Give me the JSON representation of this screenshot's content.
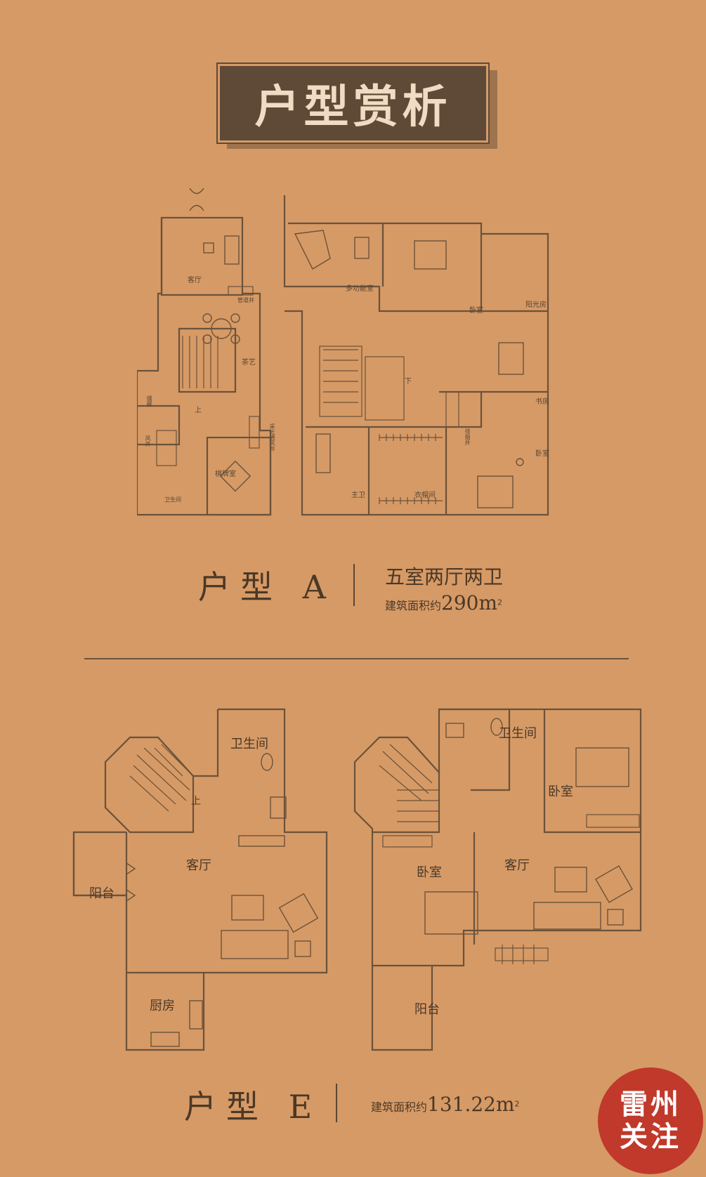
{
  "header": {
    "title": "户型赏析"
  },
  "plan_a": {
    "type_label": "户型 A",
    "rooms_desc": "五室两厅两卫",
    "area_prefix": "建筑面积约",
    "area_value": "290m",
    "area_sup": "2",
    "labels": {
      "living": "客厅",
      "tea": "茶艺",
      "chess": "棋牌室",
      "multi": "多功能室",
      "bedroom1": "卧室",
      "sunroom": "阳光房",
      "study": "书房",
      "bedroom2": "卧室",
      "master_bath": "主卫",
      "closet": "衣帽间",
      "wc": "卫生间",
      "storage": "储藏",
      "up": "上",
      "down": "下",
      "smoke": "排烟井",
      "light_well": "采光通风井",
      "pipe": "管道井",
      "shaft": "风井"
    }
  },
  "plan_e": {
    "type_label": "户型 E",
    "area_prefix": "建筑面积约",
    "area_value": "131.22m",
    "area_sup": "2",
    "labels": {
      "bath1": "卫生间",
      "living1": "客厅",
      "balcony1": "阳台",
      "kitchen": "厨房",
      "up": "上",
      "bath2": "卫生间",
      "bedroom_r": "卧室",
      "living2": "客厅",
      "bedroom_l": "卧室",
      "balcony2": "阳台"
    }
  },
  "logo": {
    "line1": "雷州",
    "line2": "关注"
  },
  "colors": {
    "background": "#d69a66",
    "line": "#6b523a",
    "title_bg": "#5f4a37",
    "logo": "#c0392b"
  }
}
